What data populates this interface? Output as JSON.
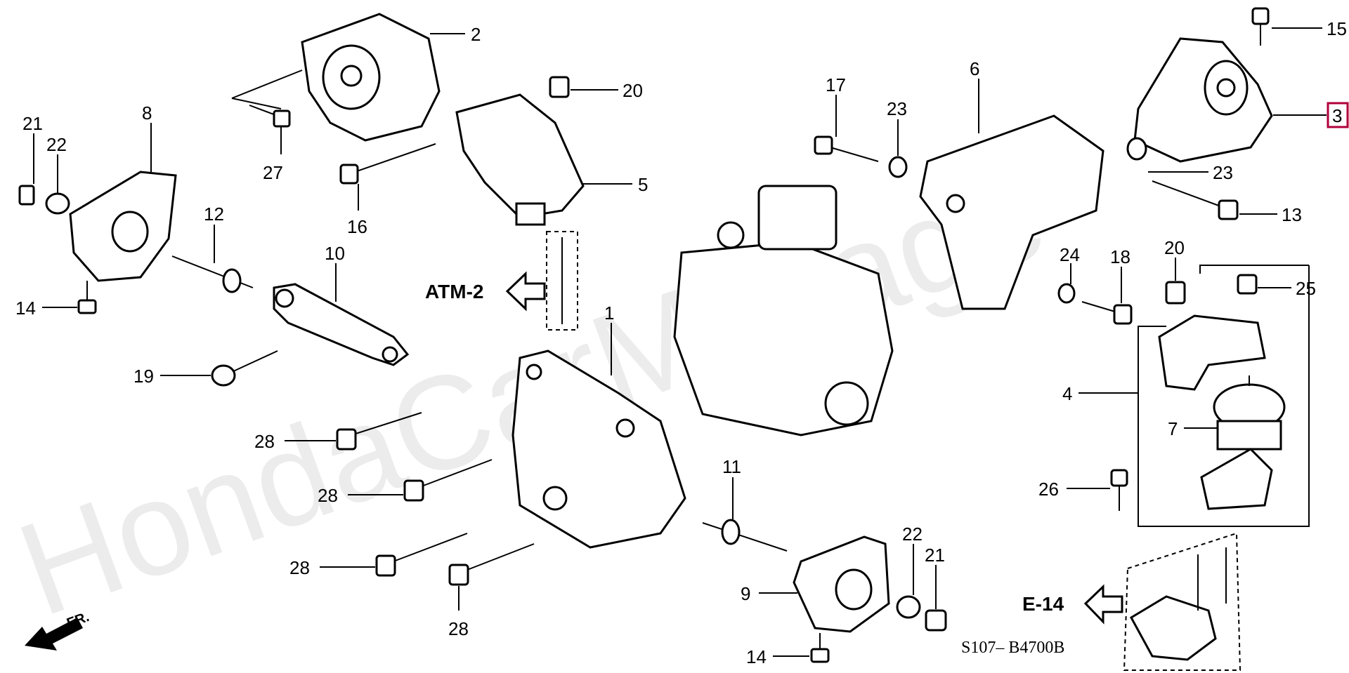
{
  "watermark": "HondaCarMileage",
  "drawing_code": "S107– B4700B",
  "references": {
    "atm": "ATM-2",
    "e14": "E-14",
    "front": "FR."
  },
  "highlighted_part": "3",
  "callouts": {
    "c1": "1",
    "c2": "2",
    "c3": "3",
    "c4": "4",
    "c5": "5",
    "c6": "6",
    "c7": "7",
    "c8": "8",
    "c9": "9",
    "c10": "10",
    "c11": "11",
    "c12": "12",
    "c13": "13",
    "c14a": "14",
    "c14b": "14",
    "c15": "15",
    "c16": "16",
    "c17": "17",
    "c18": "18",
    "c19": "19",
    "c20a": "20",
    "c20b": "20",
    "c21a": "21",
    "c21b": "21",
    "c22a": "22",
    "c22b": "22",
    "c23a": "23",
    "c23b": "23",
    "c24": "24",
    "c25": "25",
    "c26": "26",
    "c27": "27",
    "c28a": "28",
    "c28b": "28",
    "c28c": "28",
    "c28d": "28"
  },
  "colors": {
    "highlight": "#b0003a",
    "line": "#000000"
  }
}
